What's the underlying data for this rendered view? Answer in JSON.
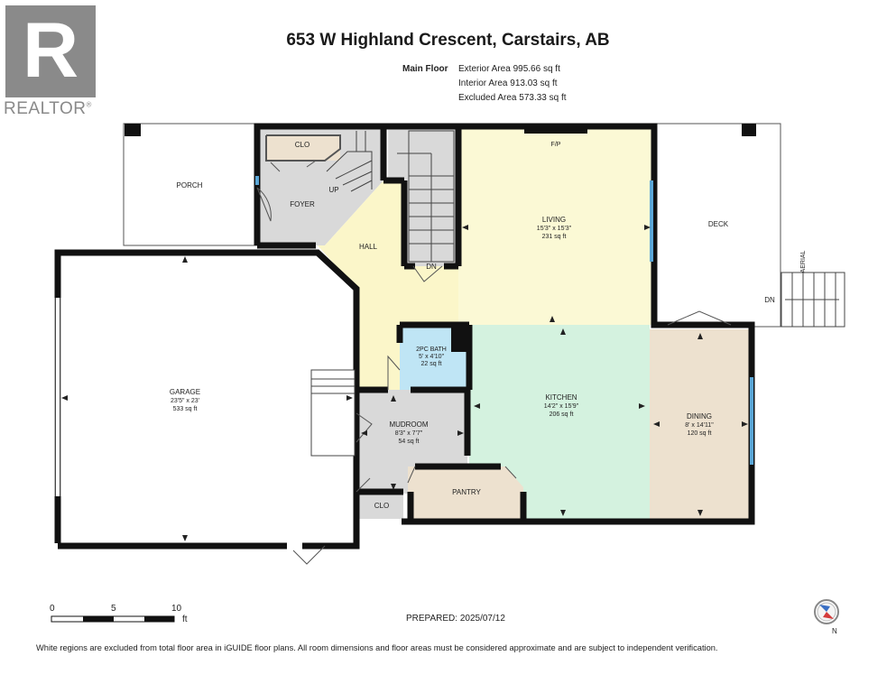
{
  "title": "653 W Highland Crescent, Carstairs, AB",
  "floor": "Main Floor",
  "areas": [
    {
      "label": "Exterior Area 995.66 sq ft"
    },
    {
      "label": "Interior Area 913.03 sq ft"
    },
    {
      "label": "Excluded Area 573.33 sq ft"
    }
  ],
  "logo": {
    "mark": "R",
    "word": "REALTOR",
    "registered": "®",
    "color": "#8a8a8a"
  },
  "rooms": {
    "porch": {
      "name": "PORCH"
    },
    "clo_top": {
      "name": "CLO"
    },
    "foyer": {
      "name": "FOYER",
      "up": "UP"
    },
    "hall": {
      "name": "HALL"
    },
    "stair_dn": {
      "label": "DN"
    },
    "fp": {
      "label": "F/P"
    },
    "living": {
      "name": "LIVING",
      "dims": "15'3\" x 15'3\"",
      "area": "231 sq ft"
    },
    "deck": {
      "name": "DECK",
      "aerial": "AERIAL",
      "dn": "DN"
    },
    "garage": {
      "name": "GARAGE",
      "dims": "23'5\" x 23'",
      "area": "533 sq ft"
    },
    "bath": {
      "name": "2PC BATH",
      "dims": "5' x 4'10\"",
      "area": "22 sq ft"
    },
    "kitchen": {
      "name": "KITCHEN",
      "dims": "14'2\" x 15'9\"",
      "area": "206 sq ft"
    },
    "dining": {
      "name": "DINING",
      "dims": "8' x 14'11\"",
      "area": "120 sq ft"
    },
    "mudroom": {
      "name": "MUDROOM",
      "dims": "8'3\" x 7'7\"",
      "area": "54 sq ft"
    },
    "pantry": {
      "name": "PANTRY"
    },
    "clo_bottom": {
      "name": "CLO"
    }
  },
  "colors": {
    "living": "#fbf9d5",
    "hall": "#fbf6c9",
    "kitchen": "#d4f2df",
    "dining": "#ede1cf",
    "pantry": "#ede1cf",
    "bath": "#bfe5f5",
    "gray": "#d9d9d9",
    "wall": "#111111",
    "window": "#5aa6d6"
  },
  "scale": {
    "ticks": [
      "0",
      "5",
      "10"
    ],
    "unit": "ft"
  },
  "prepared": "PREPARED: 2025/07/12",
  "compass": {
    "label": "N"
  },
  "disclaimer": "White regions are excluded from total floor area in iGUIDE floor plans. All room dimensions and floor areas must be considered approximate and are subject to independent verification."
}
